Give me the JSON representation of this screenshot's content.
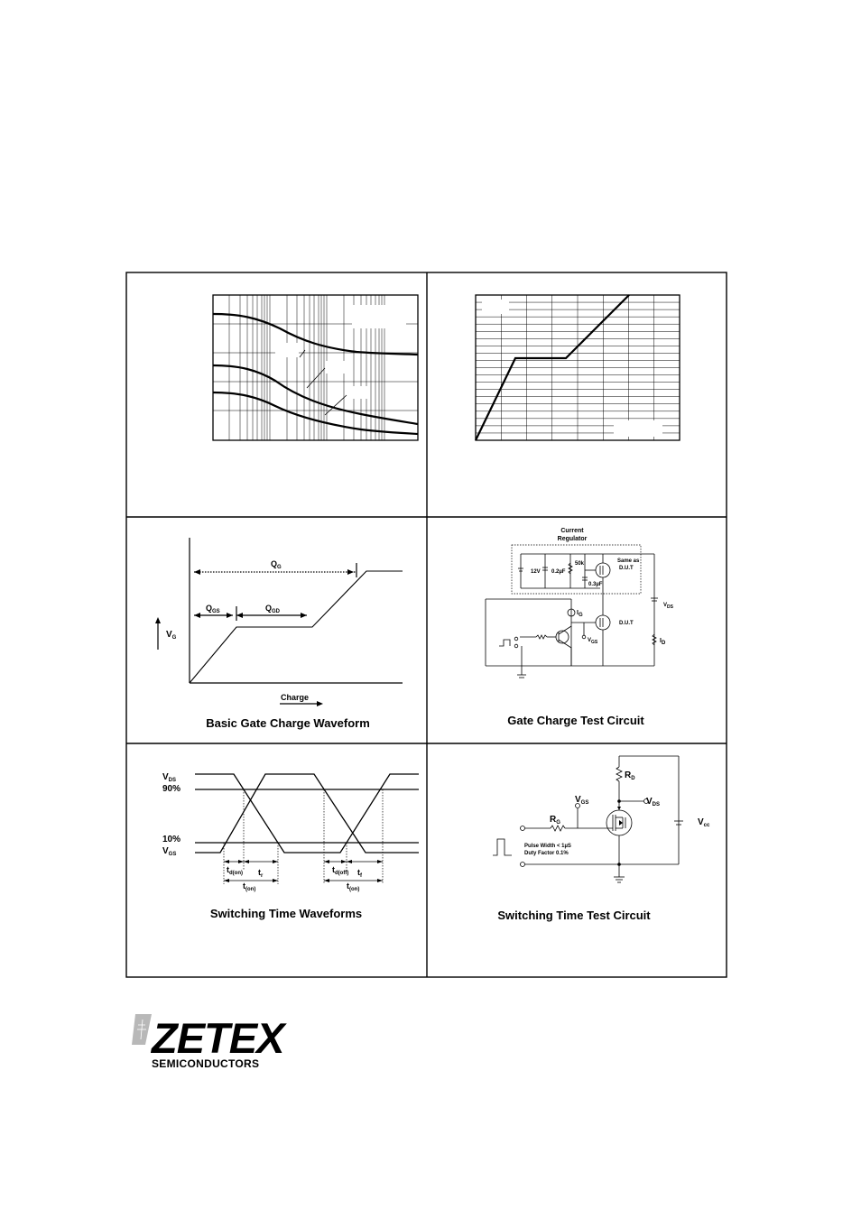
{
  "captions": {
    "gate_charge_waveform": "Basic Gate Charge Waveform",
    "gate_charge_circuit": "Gate Charge Test Circuit",
    "switching_waveforms": "Switching Time Waveforms",
    "switching_circuit": "Switching Time Test Circuit"
  },
  "gate_charge_waveform": {
    "qg": "Q",
    "qg_sub": "G",
    "qgs": "Q",
    "qgs_sub": "GS",
    "qgd": "Q",
    "qgd_sub": "GD",
    "vg": "V",
    "vg_sub": "G",
    "charge": "Charge"
  },
  "gate_charge_circuit": {
    "regulator_line1": "Current",
    "regulator_line2": "Regulator",
    "v12": "12V",
    "c1": "0.2µF",
    "r50k": "50k",
    "c2": "0.3µF",
    "same_as_1": "Same as",
    "same_as_2": "D.U.T",
    "dut": "D.U.T",
    "ig": "I",
    "ig_sub": "G",
    "vgs": "V",
    "vgs_sub": "GS",
    "vds": "V",
    "vds_sub": "DS",
    "id": "I",
    "id_sub": "D"
  },
  "switching_waveforms": {
    "vds": "V",
    "vds_sub": "DS",
    "p90": "90%",
    "p10": "10%",
    "vgs": "V",
    "vgs_sub": "GS",
    "tdon": "t",
    "tdon_sub": "d(on)",
    "tr": "t",
    "tr_sub": "r",
    "ton": "t",
    "ton_sub": "(on)",
    "tdoff": "t",
    "tdoff_sub": "d(off)",
    "tf": "t",
    "tf_sub": "f",
    "toff": "t",
    "toff_sub": "(on)"
  },
  "switching_circuit": {
    "rd": "R",
    "rd_sub": "D",
    "vgs": "V",
    "vgs_sub": "GS",
    "vds": "V",
    "vds_sub": "DS",
    "rg": "R",
    "rg_sub": "G",
    "vcc": "V",
    "vcc_sub": "cc",
    "pulse1": "Pulse Width < 1µS",
    "pulse2": "Duty Factor    0.1%"
  },
  "logo": {
    "brand": "ZETEX",
    "tagline": "SEMICONDUCTORS"
  }
}
